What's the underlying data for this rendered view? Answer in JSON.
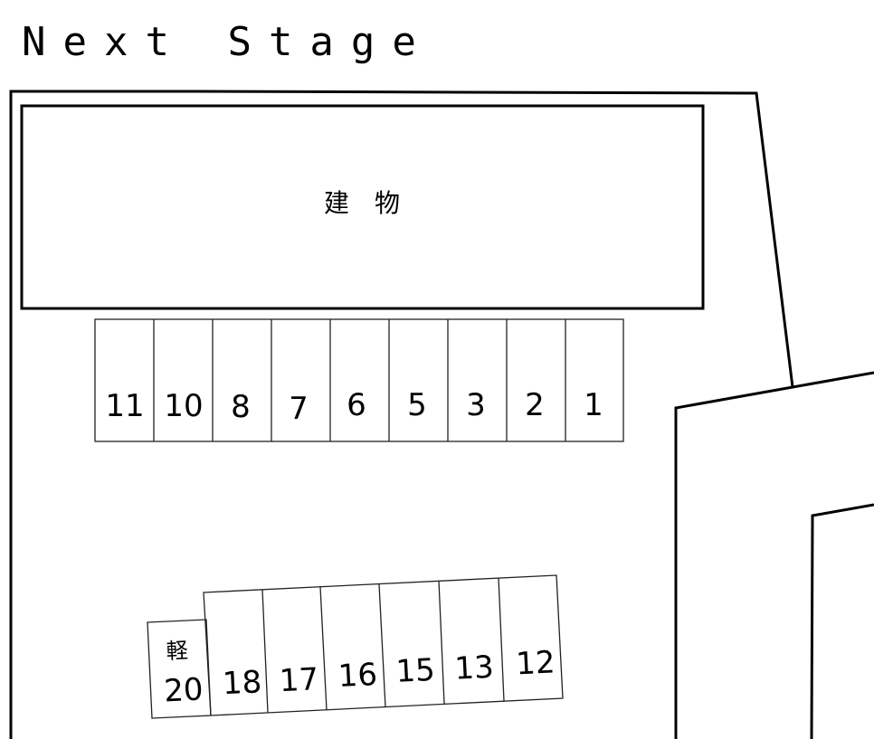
{
  "title": "Next Stage",
  "building": {
    "label": "建　物"
  },
  "upper_row": {
    "spaces": [
      "11",
      "10",
      "8",
      "7",
      "6",
      "5",
      "3",
      "2",
      "1"
    ]
  },
  "lower_row": {
    "kei_label": "軽",
    "spaces": [
      "20",
      "18",
      "17",
      "16",
      "15",
      "13",
      "12"
    ]
  },
  "colors": {
    "line": "#000000",
    "background": "#ffffff"
  }
}
